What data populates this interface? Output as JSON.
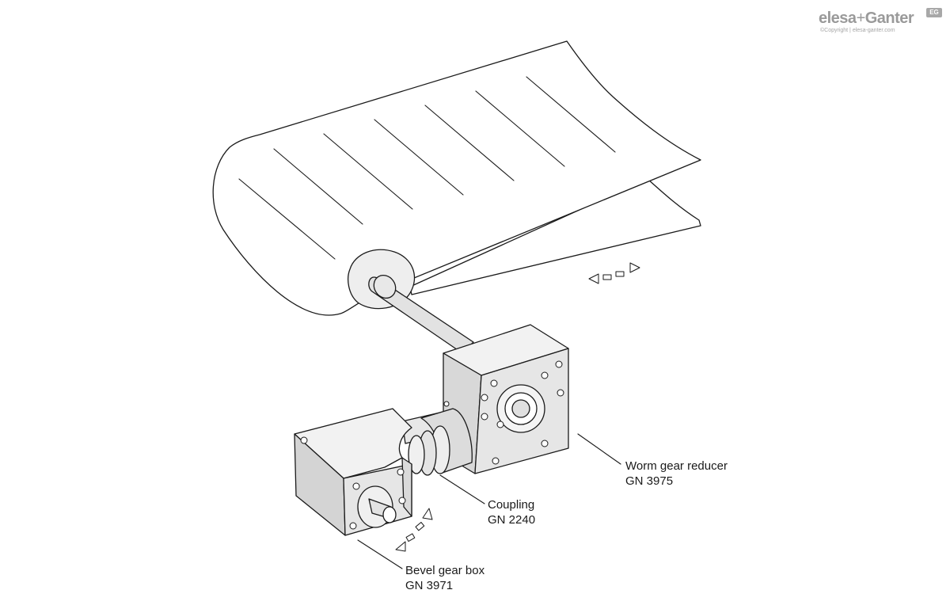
{
  "logo": {
    "brand_main": "elesa",
    "brand_plus": "+",
    "brand_second": "Ganter",
    "badge": "EG",
    "copyright": "©Copyright | elesa-ganter.com"
  },
  "callouts": [
    {
      "name": "worm-gear-reducer",
      "title": "Worm gear reducer",
      "code": "GN 3975"
    },
    {
      "name": "coupling",
      "title": "Coupling",
      "code": "GN 2240"
    },
    {
      "name": "bevel-gear-box",
      "title": "Bevel gear box",
      "code": "GN 3971"
    }
  ],
  "colors": {
    "line": "#1a1a1a",
    "belt": "#ffffff",
    "roller": "#eeeeee",
    "housing": "#e6e6e6",
    "housing_dark": "#d4d4d4",
    "coupling": "#dcdcdc"
  }
}
